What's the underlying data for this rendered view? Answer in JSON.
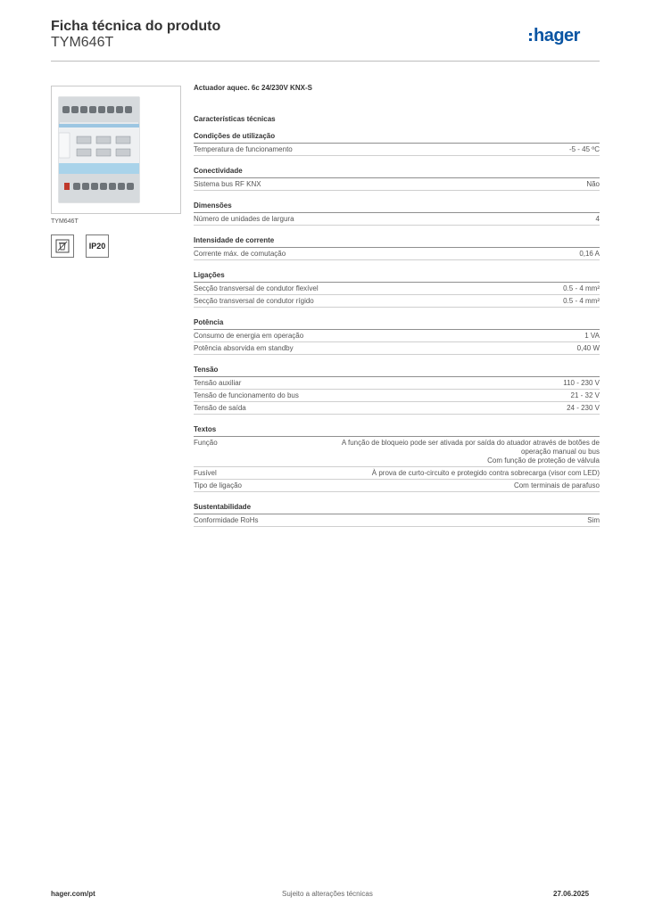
{
  "header": {
    "title": "Ficha técnica do produto",
    "subtitle": "TYM646T",
    "logo_text": "hager"
  },
  "product": {
    "image_caption": "TYM646T",
    "badge_ip": "IP20",
    "name": "Actuador aquec. 6c 24/230V KNX-S",
    "specs_title": "Características técnicas"
  },
  "sections": [
    {
      "title": "Condições de utilização",
      "rows": [
        {
          "label": "Temperatura de funcionamento",
          "value": "-5 - 45 ºC"
        }
      ]
    },
    {
      "title": "Conectividade",
      "rows": [
        {
          "label": "Sistema bus RF KNX",
          "value": "Não"
        }
      ]
    },
    {
      "title": "Dimensões",
      "rows": [
        {
          "label": "Número de unidades de largura",
          "value": "4"
        }
      ]
    },
    {
      "title": "Intensidade de corrente",
      "rows": [
        {
          "label": "Corrente máx. de comutação",
          "value": "0,16 A"
        }
      ]
    },
    {
      "title": "Ligações",
      "rows": [
        {
          "label": "Secção transversal de condutor flexível",
          "value": "0.5 - 4 mm²"
        },
        {
          "label": "Secção transversal de condutor rígido",
          "value": "0.5 - 4 mm²"
        }
      ]
    },
    {
      "title": "Potência",
      "rows": [
        {
          "label": "Consumo de energia em operação",
          "value": "1 VA"
        },
        {
          "label": "Potência absorvida em standby",
          "value": "0,40 W"
        }
      ]
    },
    {
      "title": "Tensão",
      "rows": [
        {
          "label": "Tensão auxiliar",
          "value": "110 - 230 V"
        },
        {
          "label": "Tensão de funcionamento do bus",
          "value": "21 - 32 V"
        },
        {
          "label": "Tensão de saída",
          "value": "24 - 230 V"
        }
      ]
    },
    {
      "title": "Textos",
      "rows": [
        {
          "label": "Função",
          "value": "A função de bloqueio pode ser ativada por saída do atuador através de botões de operação manual ou bus",
          "value2": "Com função de proteção de válvula"
        },
        {
          "label": "Fusível",
          "value": "À prova de curto-circuito e protegido contra sobrecarga (visor com LED)"
        },
        {
          "label": "Tipo de ligação",
          "value": "Com terminais de parafuso"
        }
      ]
    },
    {
      "title": "Sustentabilidade",
      "rows": [
        {
          "label": "Conformidade RoHs",
          "value": "Sim"
        }
      ]
    }
  ],
  "footer": {
    "left": "hager.com/pt",
    "middle": "Sujeito a alterações técnicas",
    "right": "27.06.2025"
  }
}
